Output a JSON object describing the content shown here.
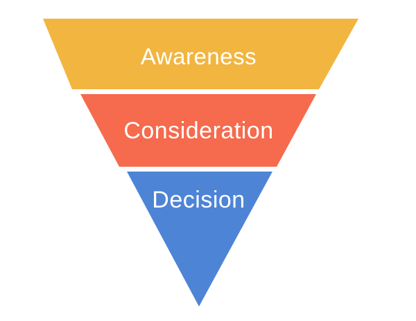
{
  "diagram": {
    "type": "funnel",
    "orientation": "inverted",
    "background_color": "#FFFFFF",
    "label_color": "#FFFFFF",
    "stages": [
      {
        "label": "Awareness",
        "color": "#F1B540",
        "order": 1
      },
      {
        "label": "Consideration",
        "color": "#F66A4D",
        "order": 2
      },
      {
        "label": "Decision",
        "color": "#4E84D6",
        "order": 3
      }
    ]
  }
}
